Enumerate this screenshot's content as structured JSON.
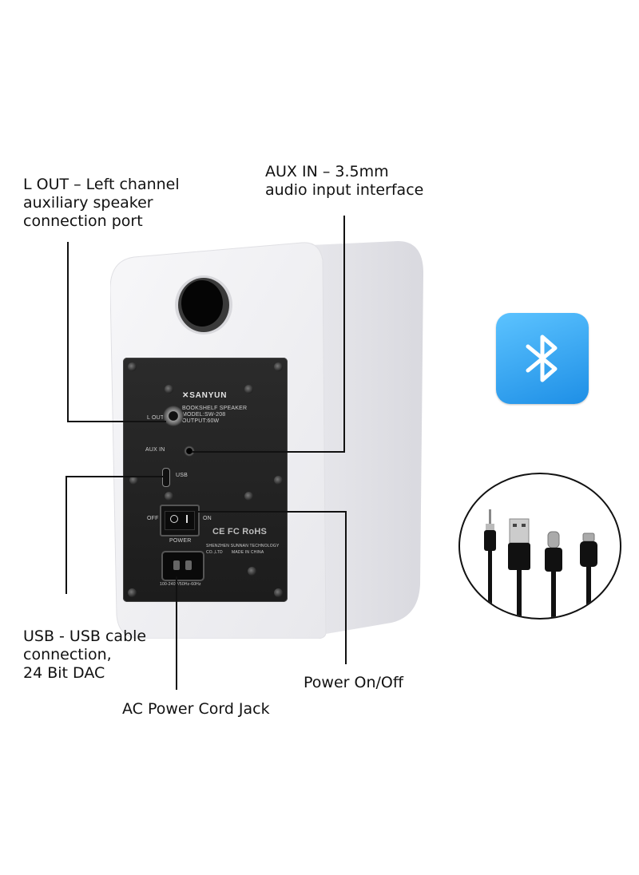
{
  "callouts": {
    "l_out": "L OUT  –  Left channel\nauxiliary speaker\nconnection port",
    "aux_in": "AUX IN  –  3.5mm\naudio input interface",
    "usb": "USB - USB cable\nconnection,\n24 Bit DAC",
    "power": "Power On/Off",
    "ac": "AC Power Cord Jack"
  },
  "panel": {
    "brand": "SANYUN",
    "line1": "BOOKSHELF SPEAKER",
    "line2": "MODEL:SW-208",
    "line3": "OUTPUT:60W",
    "l_out_label": "L OUT",
    "aux_label": "AUX IN",
    "usb_label": "USB",
    "off_label": "OFF",
    "on_label": "ON",
    "power_label": "POWER",
    "certs": "CE FC RoHS",
    "maker": "SHENZHEN SUNNAN TECHNOLOGY CO.,LTD",
    "made_in": "MADE IN CHINA",
    "voltage": "100-240V/50Hz-60Hz"
  },
  "colors": {
    "bluetooth_tile": "#2a9df4",
    "panel": "#1f1f1f",
    "cabinet": "#f2f2f4"
  },
  "icons": {
    "bluetooth": "bluetooth-icon",
    "cables": [
      "aux-3.5mm-plug-icon",
      "usb-a-plug-icon",
      "usb-c-plug-icon",
      "micro-usb-plug-icon"
    ]
  }
}
